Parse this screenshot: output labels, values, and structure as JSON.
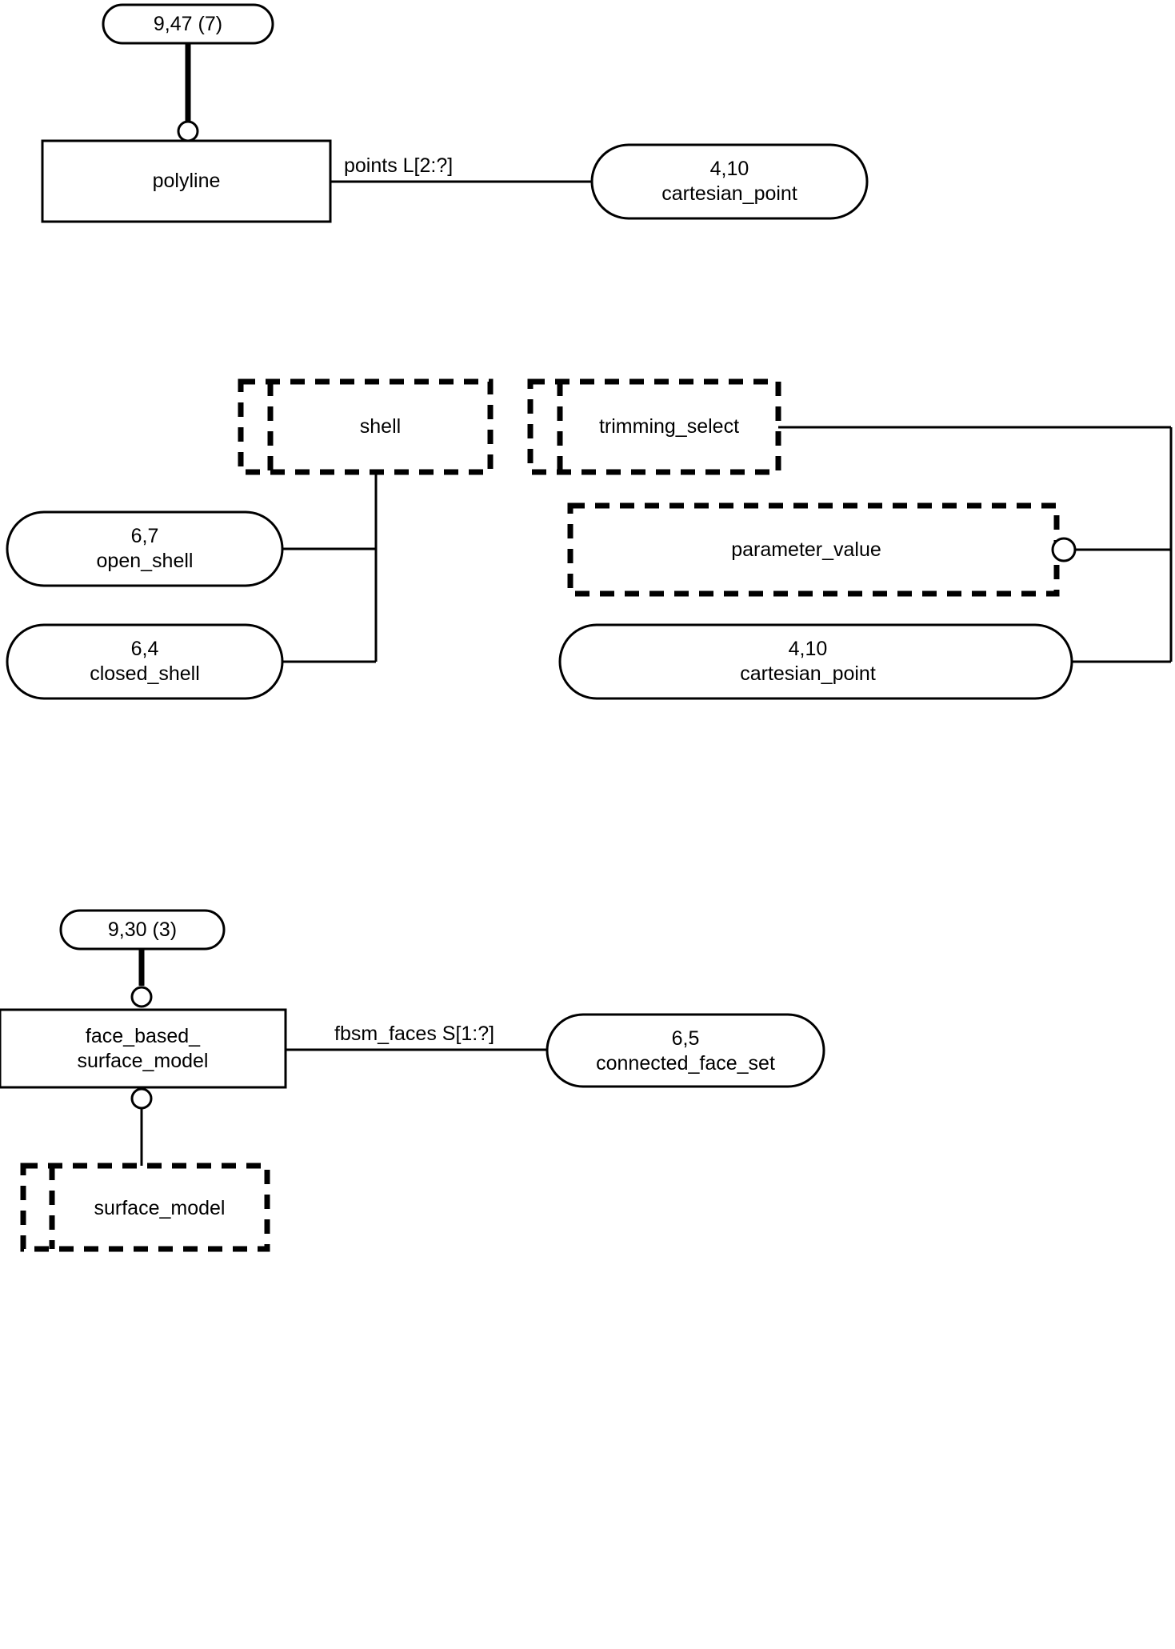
{
  "diagram": {
    "type": "express-g-entity-level-diagram",
    "background_color": "#ffffff",
    "line_color": "#000000",
    "text_color": "#000000"
  },
  "sections": {
    "polyline_section": {
      "page_reference": "9,47 (7)",
      "entity": "polyline",
      "attribute_label": "points L[2:?]",
      "target": "4,10\ncartesian_point",
      "target_code": "4,10",
      "target_name": "cartesian_point"
    },
    "shell_section": {
      "select_type": "shell",
      "options": [
        {
          "code": "6,7",
          "name": "open_shell",
          "text": "6,7\nopen_shell"
        },
        {
          "code": "6,4",
          "name": "closed_shell",
          "text": "6,4\nclosed_shell"
        }
      ]
    },
    "trimming_section": {
      "select_type": "trimming_select",
      "options": [
        {
          "name": "parameter_value",
          "text": "parameter_value"
        },
        {
          "code": "4,10",
          "name": "cartesian_point",
          "text": "4,10\ncartesian_point"
        }
      ]
    },
    "fbsm_section": {
      "page_reference": "9,30 (3)",
      "entity": "face_based_\nsurface_model",
      "attribute_label": "fbsm_faces S[1:?]",
      "target": "6,5\nconnected_face_set",
      "target_code": "6,5",
      "target_name": "connected_face_set",
      "supertype_select": "surface_model"
    }
  }
}
